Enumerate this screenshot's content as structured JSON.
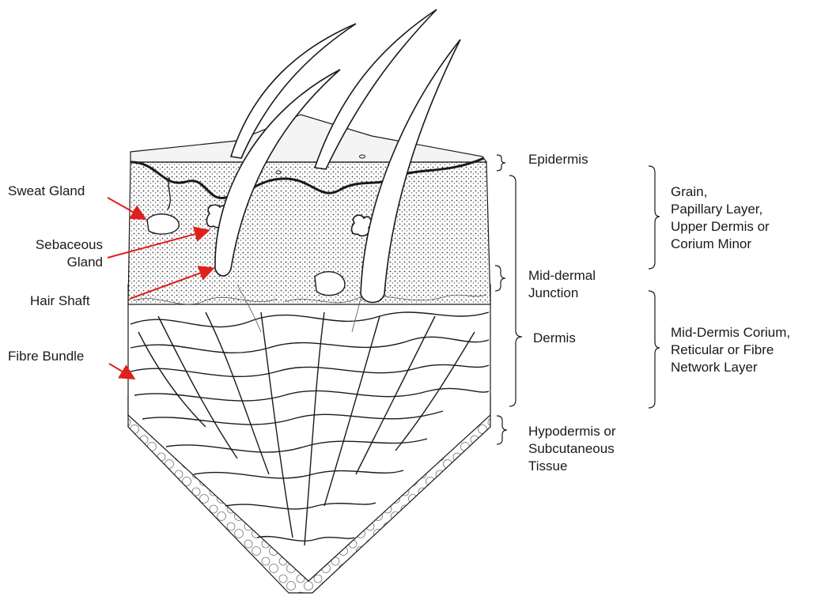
{
  "left_labels": {
    "sweat_gland": "Sweat Gland",
    "sebaceous_gland": "Sebaceous\nGland",
    "hair_shaft": "Hair Shaft",
    "fibre_bundle": "Fibre Bundle"
  },
  "middle_labels": {
    "epidermis": "Epidermis",
    "mid_dermal_junction": "Mid-dermal\nJunction",
    "dermis": "Dermis",
    "hypodermis": "Hypodermis or\nSubcutaneous\nTissue"
  },
  "right_labels": {
    "grain": "Grain,\nPapillary Layer,\nUpper Dermis or\nCorium Minor",
    "mid_dermis": "Mid-Dermis Corium,\nReticular or Fibre\nNetwork Layer"
  },
  "colors": {
    "arrow": "#e0201c",
    "ink": "#1a1a1a",
    "epidermis_fill": "#9a9a9a",
    "dermis_fill": "#d9d9d9",
    "fibre_fill": "#ffffff"
  }
}
